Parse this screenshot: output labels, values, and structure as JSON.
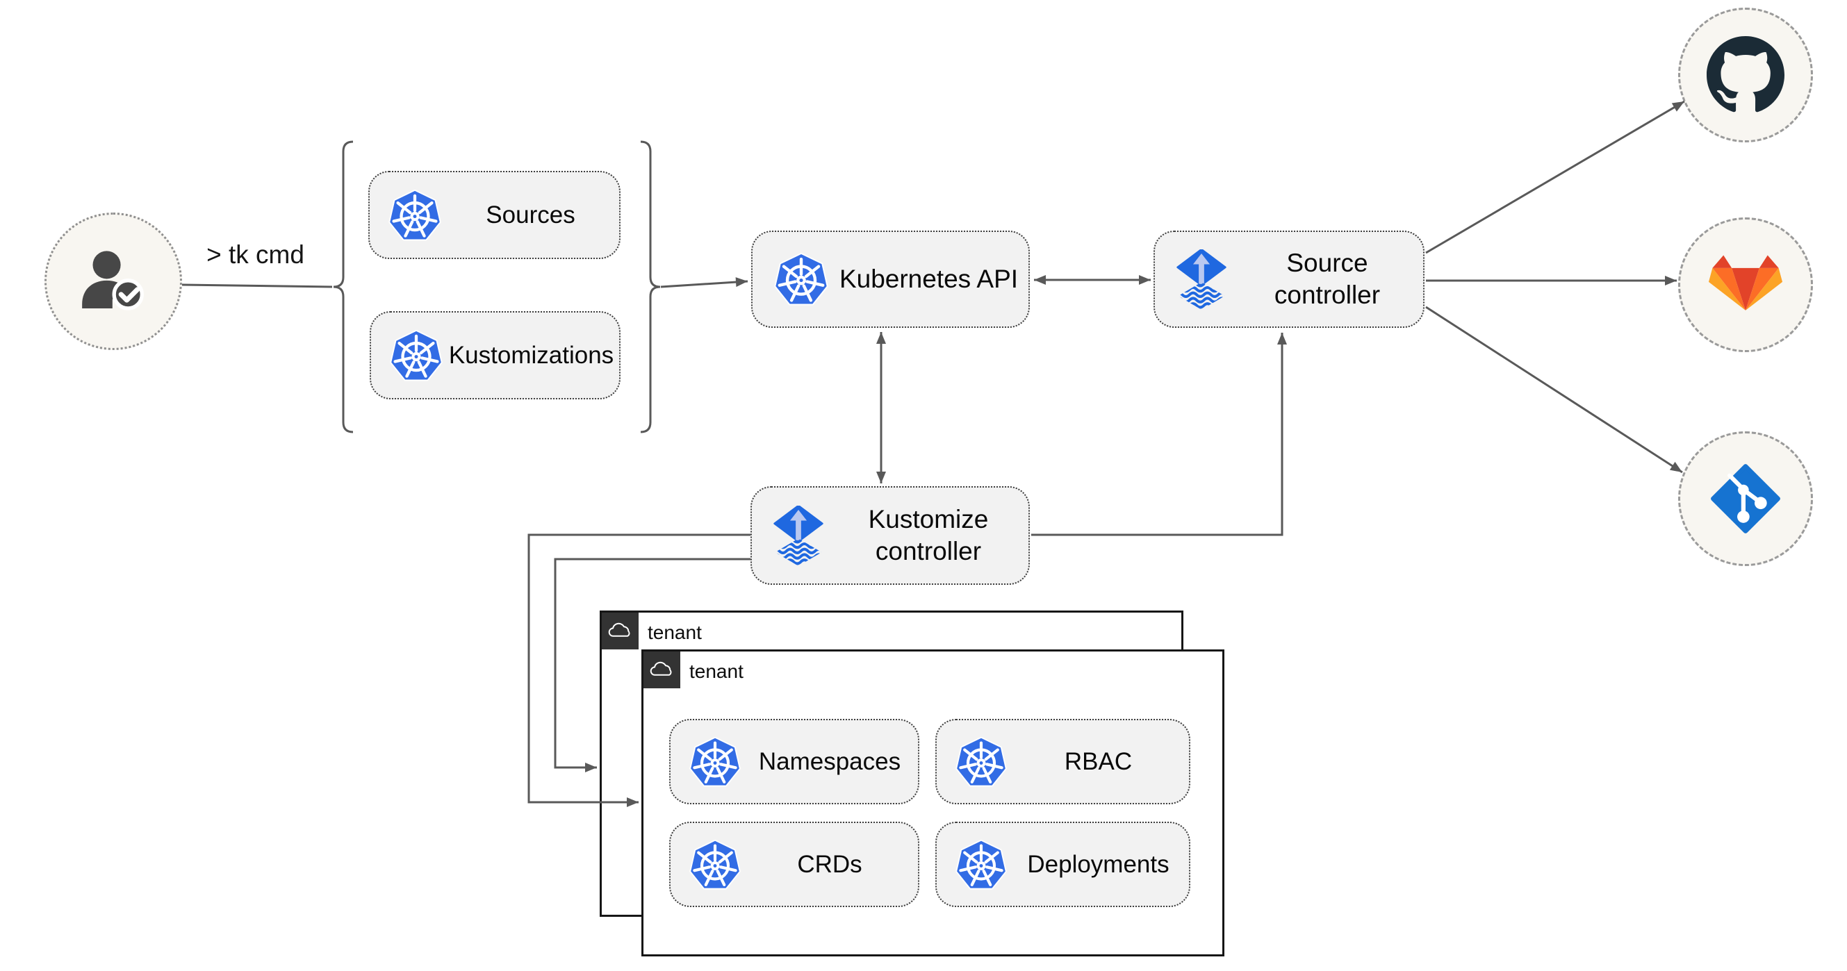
{
  "command_label": "> tk cmd",
  "nodes": {
    "sources": {
      "label": "Sources",
      "icon": "kubernetes-icon"
    },
    "kustomizations": {
      "label": "Kustomizations",
      "icon": "kubernetes-icon"
    },
    "kubernetes_api": {
      "label": "Kubernetes API",
      "icon": "kubernetes-icon"
    },
    "source_controller": {
      "label": "Source\ncontroller",
      "icon": "flux-icon"
    },
    "kustomize_controller": {
      "label": "Kustomize\ncontroller",
      "icon": "flux-icon"
    }
  },
  "tenants": {
    "back": {
      "label": "tenant",
      "icon": "cloud-icon"
    },
    "front": {
      "label": "tenant",
      "icon": "cloud-icon"
    }
  },
  "resources": {
    "namespaces": {
      "label": "Namespaces",
      "icon": "kubernetes-icon"
    },
    "rbac": {
      "label": "RBAC",
      "icon": "kubernetes-icon"
    },
    "crds": {
      "label": "CRDs",
      "icon": "kubernetes-icon"
    },
    "deployments": {
      "label": "Deployments",
      "icon": "kubernetes-icon"
    }
  },
  "git_providers": [
    {
      "icon": "github-icon"
    },
    {
      "icon": "gitlab-icon"
    },
    {
      "icon": "git-icon"
    }
  ],
  "colors": {
    "k8s-blue": "#326ce5",
    "flux-blue": "#1f68e0",
    "flux-arrow": "#b9c8f0",
    "github-dark": "#1b2b36",
    "git-blue": "#1673d1",
    "gitlab-red": "#e24329",
    "gitlab-orange": "#fc6d26",
    "gitlab-light-orange": "#fca326",
    "connector": "#595959",
    "node-bg": "#f2f2f2",
    "node-border": "#3d3d3d",
    "circle-bg": "#f8f6f1",
    "tab-bg": "#333333",
    "person": "#474747"
  }
}
